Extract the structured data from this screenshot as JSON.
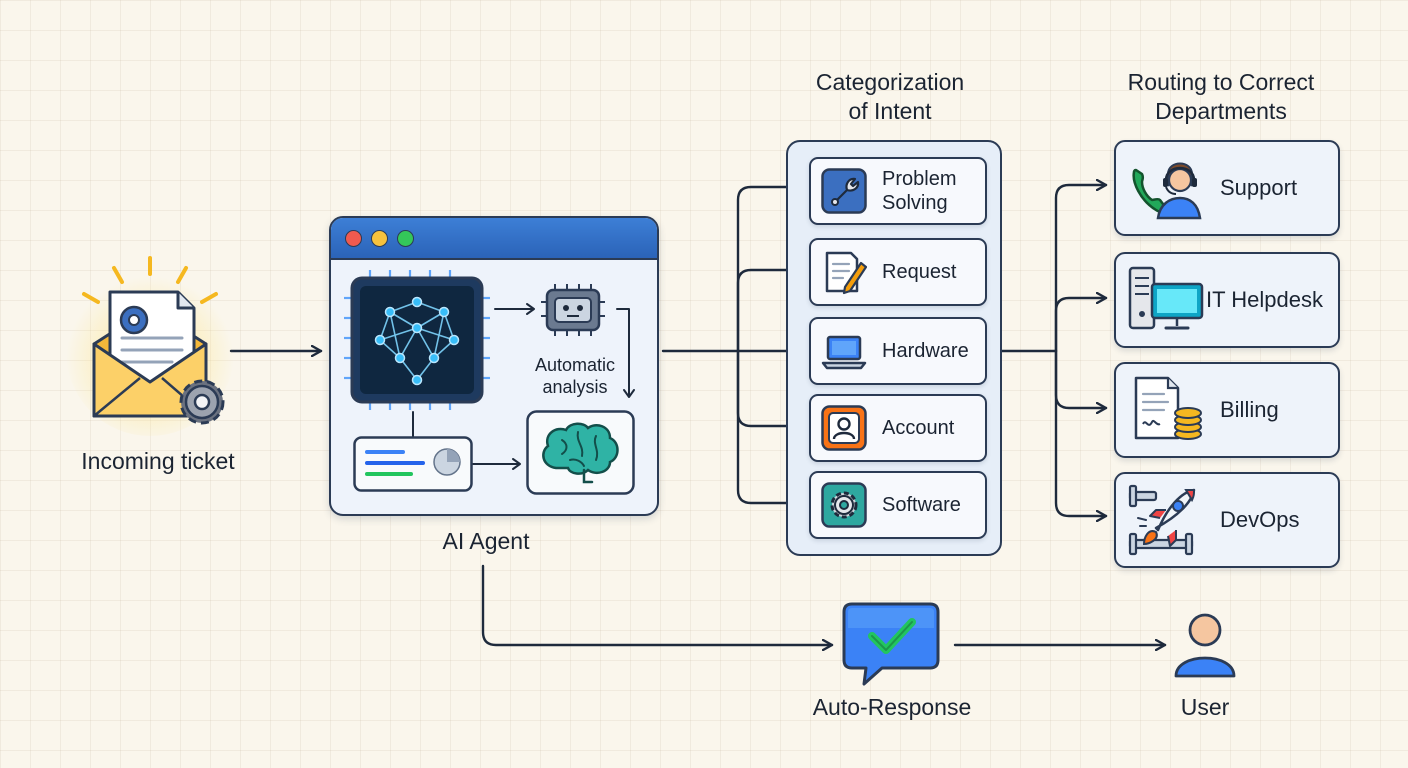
{
  "incoming": {
    "label": "Incoming ticket"
  },
  "agent": {
    "label": "AI Agent",
    "analysis_label": "Automatic\nanalysis"
  },
  "categorization": {
    "heading": "Categorization\nof Intent",
    "items": [
      {
        "label": "Problem\nSolving",
        "icon": "wrench-icon"
      },
      {
        "label": "Request",
        "icon": "document-pencil-icon"
      },
      {
        "label": "Hardware",
        "icon": "laptop-icon"
      },
      {
        "label": "Account",
        "icon": "user-account-icon"
      },
      {
        "label": "Software",
        "icon": "gear-icon"
      }
    ]
  },
  "routing": {
    "heading": "Routing to Correct\nDepartments",
    "departments": [
      {
        "label": "Support",
        "icon": "headset-agent-icon"
      },
      {
        "label": "IT Helpdesk",
        "icon": "desktop-computer-icon"
      },
      {
        "label": "Billing",
        "icon": "invoice-coins-icon"
      },
      {
        "label": "DevOps",
        "icon": "rocket-pipeline-icon"
      }
    ]
  },
  "auto_response": {
    "label": "Auto-Response",
    "icon": "checkmark-chat-icon"
  },
  "user": {
    "label": "User",
    "icon": "user-icon"
  },
  "colors": {
    "accent_blue": "#2b63b8",
    "outline": "#2b3b55",
    "check_green": "#22c55e",
    "glow": "#fcd34d"
  }
}
